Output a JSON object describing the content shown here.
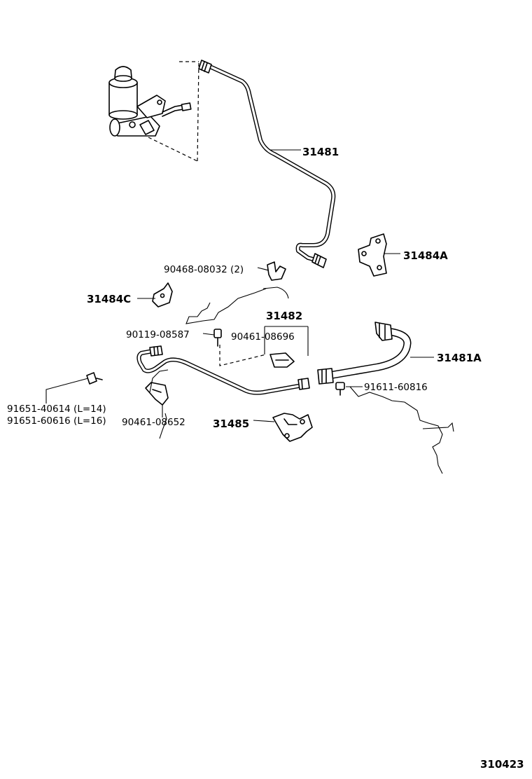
{
  "labels": {
    "p31481": "31481",
    "p31484a": "31484A",
    "p90468": "90468-08032 (2)",
    "p31484c": "31484C",
    "p31482": "31482",
    "p90119": "90119-08587",
    "p90461_08696": "90461-08696",
    "p31481a": "31481A",
    "p91611": "91611-60816",
    "p91651_40614": "91651-40614 (L=14)",
    "p91651_60616": "91651-60616 (L=16)",
    "p90461_08652": "90461-08652",
    "p31485": "31485"
  },
  "figure_number": "310423"
}
